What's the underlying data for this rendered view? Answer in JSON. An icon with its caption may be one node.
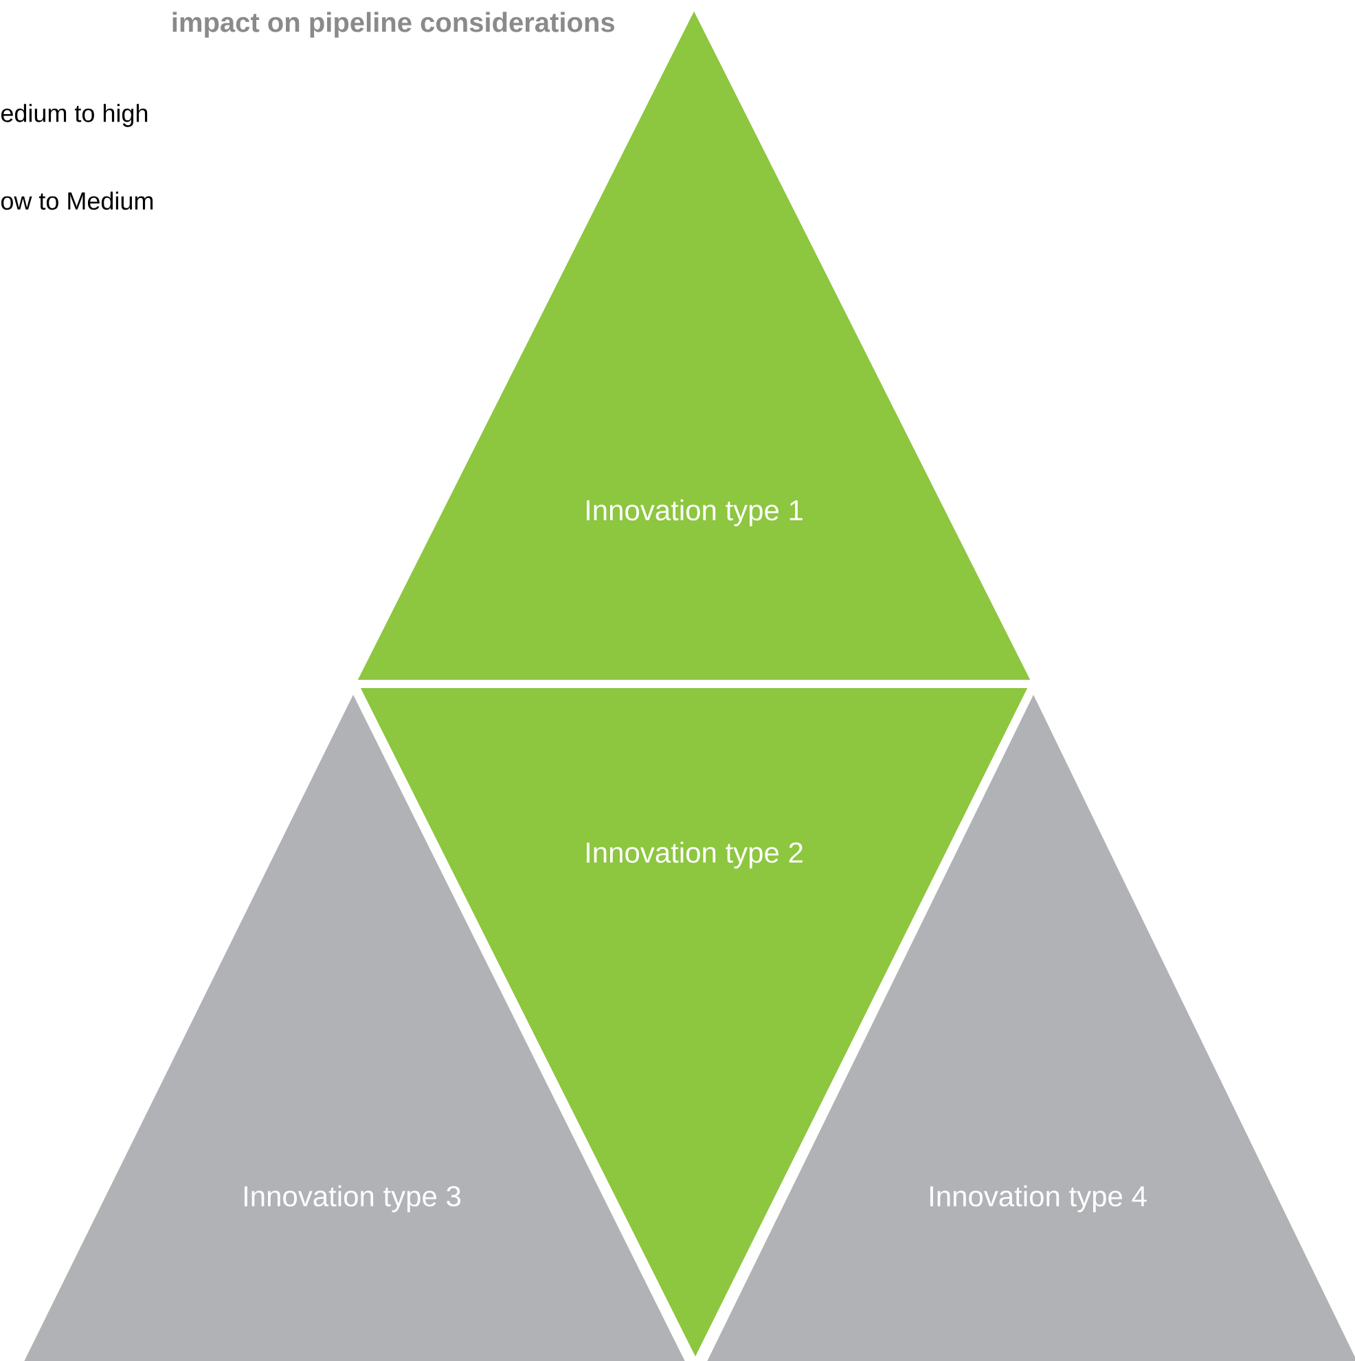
{
  "diagram": {
    "title": "impact on pipeline considerations",
    "nodes": [
      {
        "text": [
          "Innovation type 1"
        ]
      },
      {
        "text": [
          "Innovation type 2"
        ]
      },
      {
        "text": [
          "Innovation type 3"
        ]
      },
      {
        "text": [
          "Innovation type 4"
        ]
      }
    ],
    "labels": [
      "edium to high",
      "ow to Medium"
    ]
  }
}
